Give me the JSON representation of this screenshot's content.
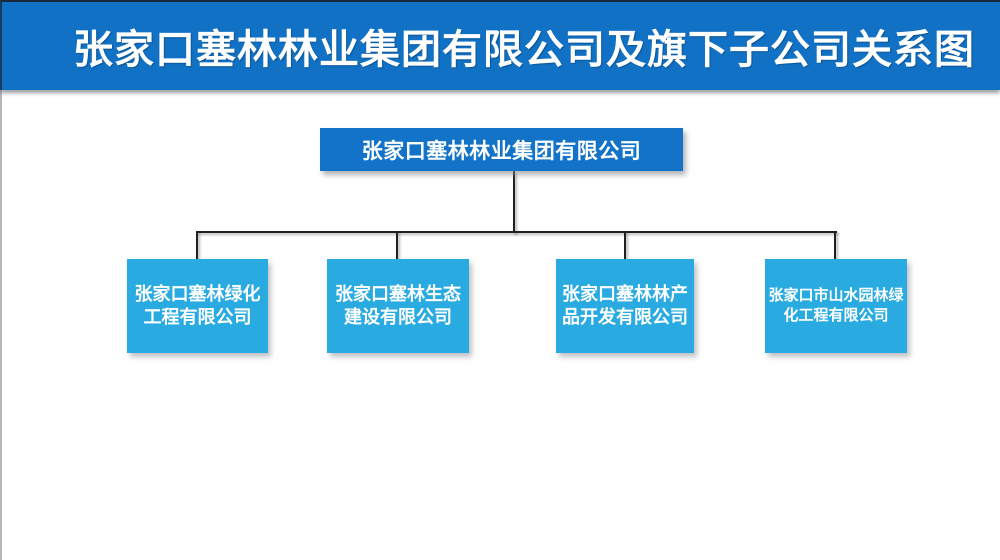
{
  "banner": {
    "title": "张家口塞林林业集团有限公司及旗下子公司关系图"
  },
  "chart": {
    "type": "org-tree",
    "root": {
      "label": "张家口塞林林业集团有限公司"
    },
    "children": [
      {
        "label": "张家口塞林绿化工程有限公司",
        "line1": "张家口塞林绿化",
        "line2": "工程有限公司"
      },
      {
        "label": "张家口塞林生态建设有限公司",
        "line1": "张家口塞林生态",
        "line2": "建设有限公司"
      },
      {
        "label": "张家口塞林林产品开发有限公司",
        "line1": "张家口塞林林产",
        "line2": "品开发有限公司"
      },
      {
        "label": "张家口市山水园林绿化工程有限公司",
        "line1": "张家口市山水园林绿",
        "line2": "化工程有限公司"
      }
    ]
  },
  "colors": {
    "banner_blue": "#1171C5",
    "root_node_blue": "#1273C8",
    "child_node_cyan": "#29ABE2",
    "connector_black": "#1F1F1F",
    "slide_edge_gray": "#B4B9BF",
    "text_white": "#FFFFFF"
  }
}
